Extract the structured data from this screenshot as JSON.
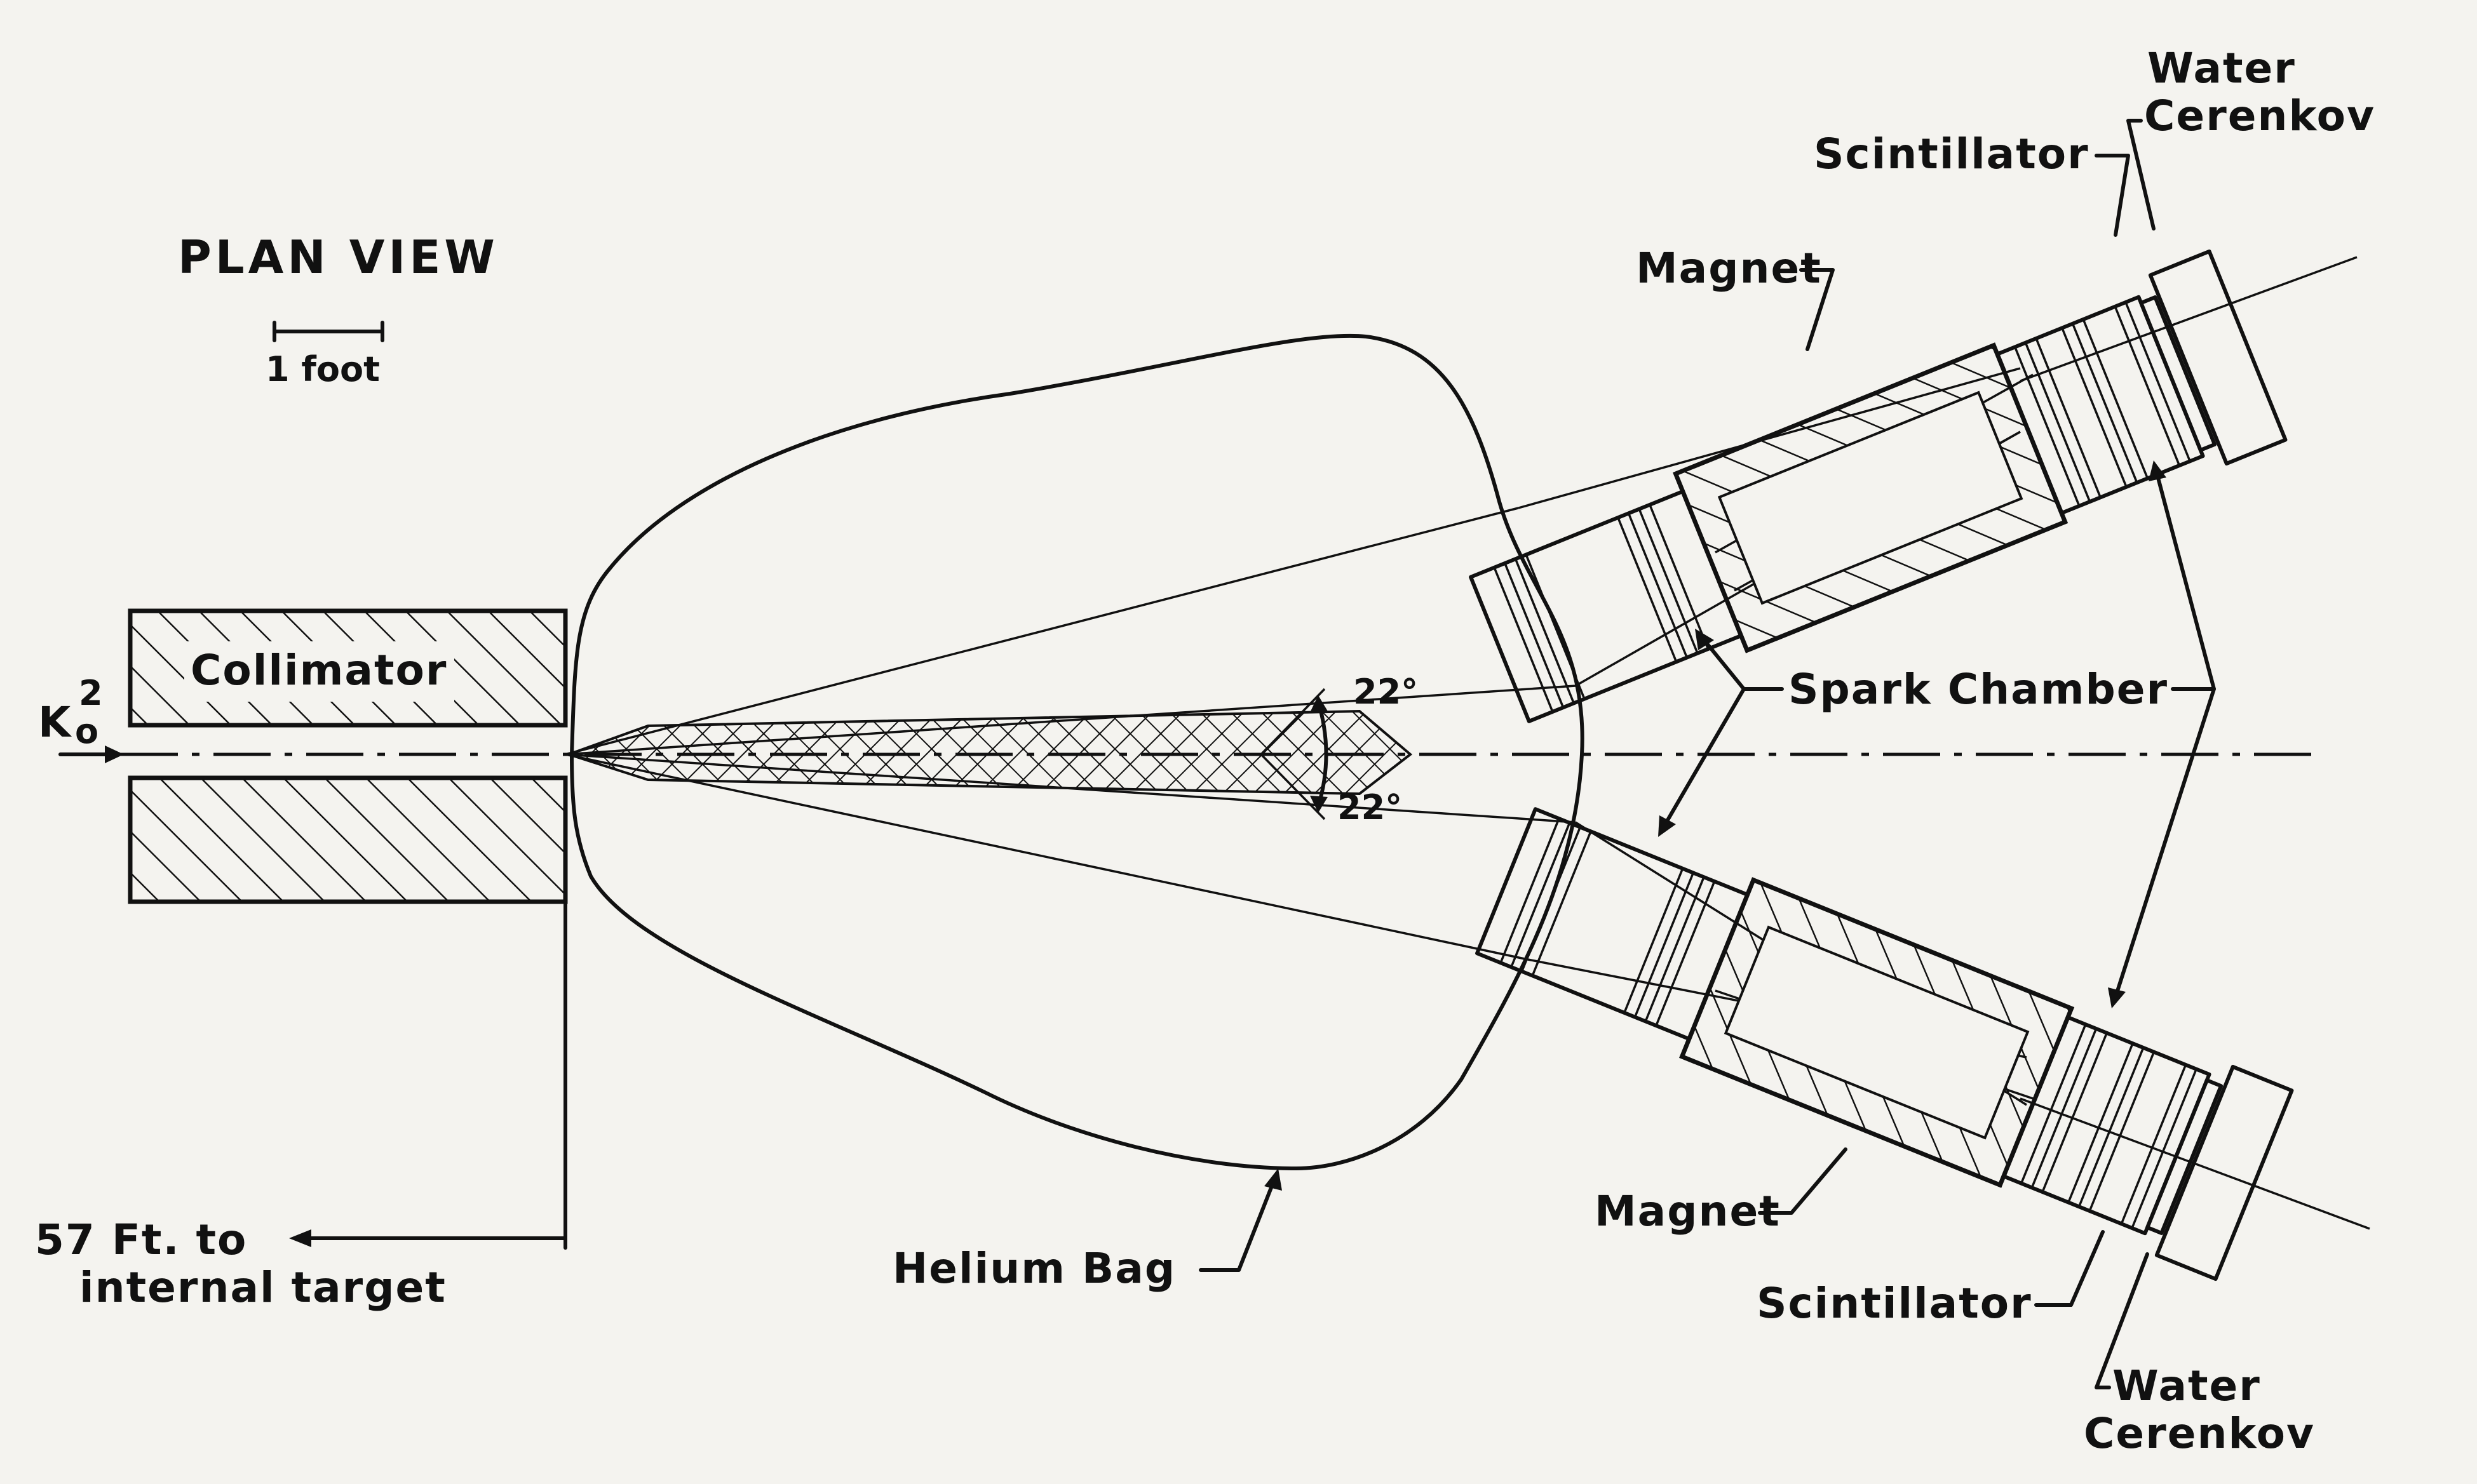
{
  "title": "PLAN VIEW",
  "scale_label": "1 foot",
  "beam_label": "K",
  "beam_superscript": "2",
  "beam_subscript": "o",
  "labels": {
    "collimator": "Collimator",
    "helium_bag": "Helium Bag",
    "spark_chamber": "Spark Chamber",
    "angle_top": "22°",
    "angle_bottom": "22°",
    "target_distance_line1": "57 Ft. to",
    "target_distance_line2": "internal target",
    "magnet_top": "Magnet",
    "magnet_bottom": "Magnet",
    "scintillator_top": "Scintillator",
    "scintillator_bottom": "Scintillator",
    "water_top_line1": "Water",
    "water_top_line2": "Cerenkov",
    "water_bottom_line1": "Water",
    "water_bottom_line2": "Cerenkov"
  }
}
